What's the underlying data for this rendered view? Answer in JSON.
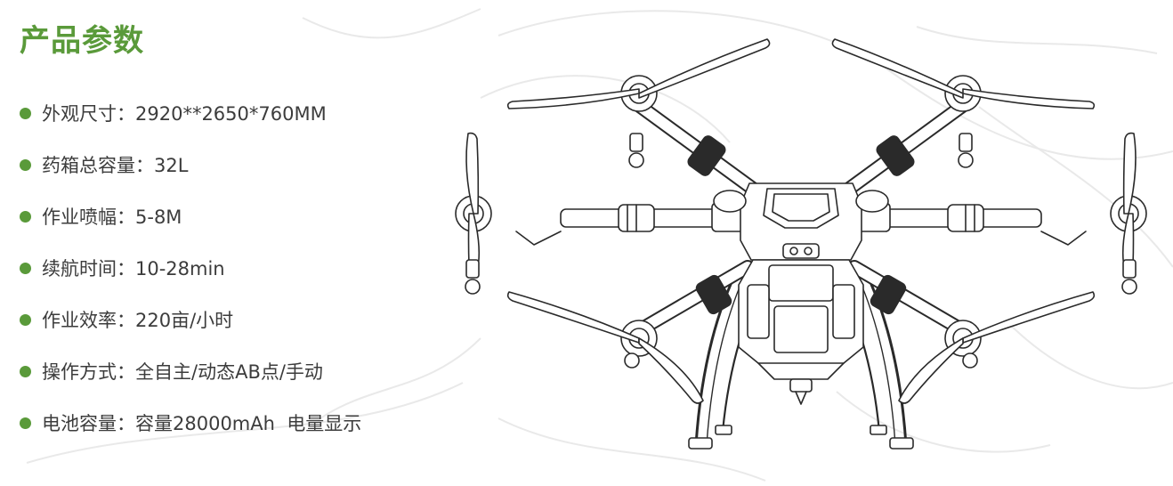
{
  "title": "产品参数",
  "colors": {
    "accent": "#5a9a3a",
    "text": "#3c3c3c",
    "line": "#2a2a2a",
    "background_art": "#e9e9e9"
  },
  "specs": [
    {
      "label": "外观尺寸",
      "separator": "：",
      "value": "2920**2650*760MM"
    },
    {
      "label": "药箱总容量",
      "separator": "：",
      "value": "32L"
    },
    {
      "label": "作业喷幅",
      "separator": "：",
      "value": "5-8M"
    },
    {
      "label": "续航时间",
      "separator": "：",
      "value": "10-28min"
    },
    {
      "label": "作业效率",
      "separator": "：",
      "value": "220亩/小时"
    },
    {
      "label": "操作方式",
      "separator": "：",
      "value": "全自主/动态AB点/手动"
    },
    {
      "label": "电池容量",
      "separator": "：",
      "value": "容量28000mAh  电量显示"
    }
  ],
  "illustration": {
    "icon": "agricultural-drone-line-drawing",
    "arms": 6
  }
}
